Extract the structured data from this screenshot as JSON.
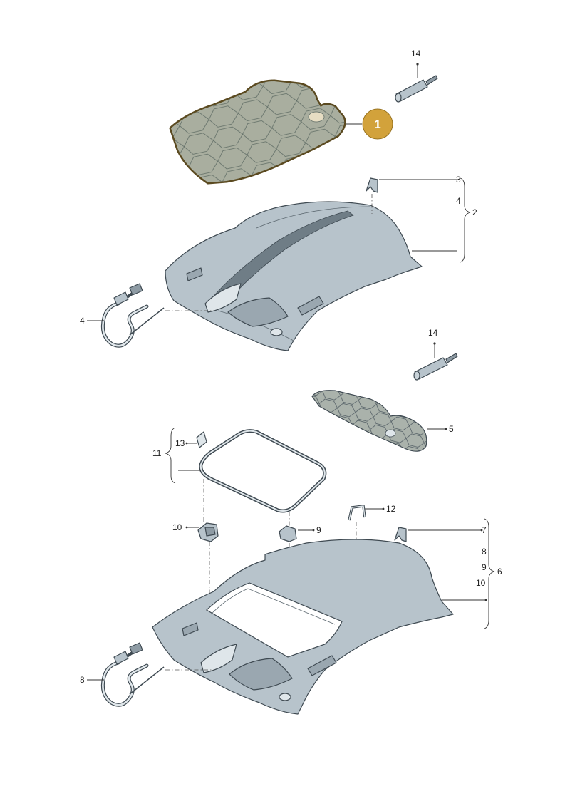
{
  "colors": {
    "highlight_fill": "#d6b461",
    "highlight_stroke": "#3a3a3a",
    "badge_fill": "#d2a23b",
    "badge_text": "#ffffff",
    "part_fill": "#b7c3cb",
    "part_dark": "#8e9ba4",
    "mat_fill": "#aab2ab",
    "line": "#333333"
  },
  "badge": {
    "label": "1"
  },
  "callouts": {
    "c14a": "14",
    "c3": "3",
    "c4a": "4",
    "c2": "2",
    "c4b": "4",
    "c14b": "14",
    "c5": "5",
    "c13": "13",
    "c11": "11",
    "c12": "12",
    "c10": "10",
    "c9": "9",
    "c7": "7",
    "c8a": "8",
    "c9b": "9",
    "c6": "6",
    "c10b": "10",
    "c8b": "8"
  }
}
